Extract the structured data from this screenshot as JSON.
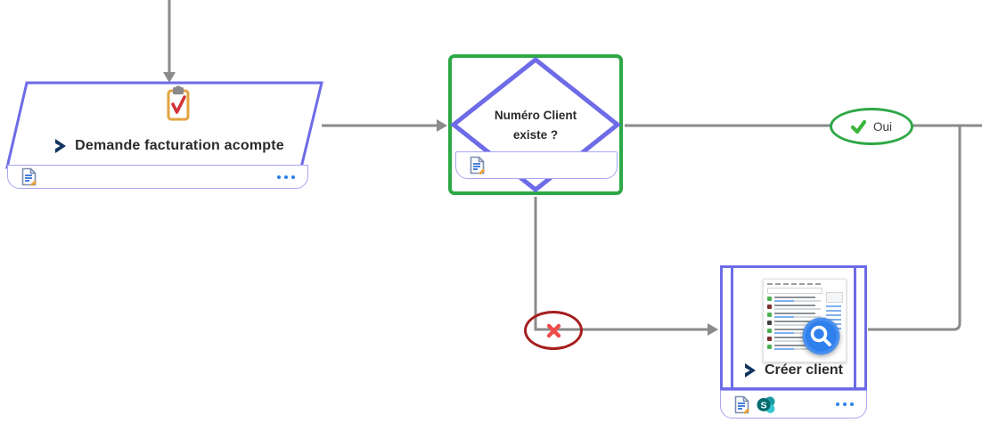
{
  "diagram": {
    "start_node": {
      "title": "Demande facturation acompte",
      "app_icon": "dynamics-365",
      "task_icon": "clipboard-check"
    },
    "decision_node": {
      "title_line1": "Numéro Client",
      "title_line2": "existe ?"
    },
    "create_client_node": {
      "title": "Créer client",
      "app_icons": [
        "dynamics-365",
        "sharepoint"
      ],
      "thumbnail_rows": [
        "#4CAF50",
        "#7B2F2F",
        "#4CAF50",
        "#3E3E3E",
        "#4CAF50",
        "#7B2F2F",
        "#4CAF50"
      ]
    },
    "branch_labels": {
      "yes": "Oui"
    },
    "colors": {
      "node_border": "#6E6BE8",
      "footer_border": "#A8A6F0",
      "selected_border": "#2EA846",
      "connector": "#8B8B8B",
      "yes_badge_border": "#2EA846",
      "yes_check": "#3CB53C",
      "no_badge_border": "#A61F1F",
      "no_cross": "#EE4B4B",
      "title_text": "#2B2B2B",
      "accent_blue": "#2F7FE8",
      "clipboard": "#E2A33E",
      "clipboard_check": "#D13438",
      "dynamics_navy": "#12355F",
      "sharepoint_teal": "#036C70"
    }
  }
}
